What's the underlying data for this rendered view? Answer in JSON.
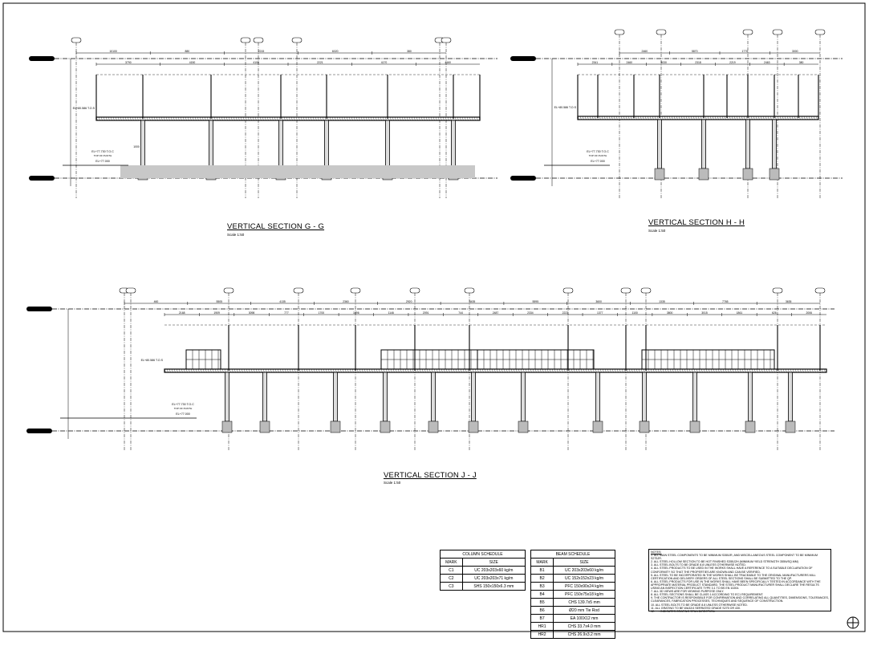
{
  "sections": {
    "gg": {
      "title": "VERTICAL SECTION G - G",
      "scale": "Scale 1:50",
      "dims_top": [
        "10100",
        "880",
        "2215",
        "6020",
        "380"
      ],
      "dims_mid": [
        "3790",
        "4150",
        "4100",
        "2221",
        "4170",
        "4160"
      ],
      "labels": {
        "tos": "EL+80.586 T.O.S",
        "toc": "EL+77.730 T.O.C",
        "plinth": "TOP OF PLINTH",
        "ground": "EL+77.000",
        "dim_1000": "1000"
      }
    },
    "hh": {
      "title": "VERTICAL SECTION H - H",
      "scale": "Scale 1:50",
      "dims_top": [
        "2460",
        "5870",
        "1770",
        "3000"
      ],
      "dims_mid": [
        "2341",
        "2460",
        "3030",
        "2318",
        "2219",
        "2463",
        "380"
      ],
      "labels": {
        "tos": "EL+80.586 T.O.S",
        "toc": "EL+77.730 T.O.C",
        "plinth": "TOP OF PLINTH",
        "ground": "EL+77.000"
      }
    },
    "jj": {
      "title": "VERTICAL SECTION J - J",
      "scale": "Scale 1:50",
      "dims_top": [
        "460",
        "5505",
        "4135",
        "2360",
        "2920",
        "3435",
        "5595",
        "3600",
        "1335",
        "7765",
        "3635"
      ],
      "dims_mid": [
        "2168",
        "1909",
        "3098",
        "777",
        "1700",
        "1696",
        "1146",
        "2091",
        "744",
        "2487",
        "2334",
        "2223",
        "1377",
        "1100",
        "3800",
        "3015",
        "1861",
        "626",
        "2006"
      ],
      "labels": {
        "tos": "EL+80.586 T.O.S",
        "toc": "EL+77.730 T.O.C",
        "plinth": "TOP OF PLINTH",
        "ground": "EL+77.000"
      }
    }
  },
  "column_schedule": {
    "title": "COLUMN SCHEDULE",
    "headers": [
      "MARK",
      "SIZE"
    ],
    "rows": [
      [
        "C1",
        "UC 203x203x60 kg/m"
      ],
      [
        "C2",
        "UC 203x203x71 kg/m"
      ],
      [
        "C3",
        "SHS 150x150x6.3 mm"
      ]
    ]
  },
  "beam_schedule": {
    "title": "BEAM SCHEDULE",
    "headers": [
      "MARK",
      "SIZE"
    ],
    "rows": [
      [
        "B1",
        "UC 203x203x60 kg/m"
      ],
      [
        "B2",
        "UC 152x152x23 kg/m"
      ],
      [
        "B3",
        "PFC 150x90x24 kg/m"
      ],
      [
        "B4",
        "PFC 150x75x18 kg/m"
      ],
      [
        "B5",
        "CHS 139.7x5 mm"
      ],
      [
        "B6",
        "Ø20 mm Tie Rod"
      ],
      [
        "B7",
        "EA 100X12 mm"
      ],
      [
        "HR1",
        "CHS 33.7x4.0 mm"
      ],
      [
        "HR2",
        "CHS 26.9x3.2 mm"
      ]
    ]
  },
  "notes": {
    "heading": "NOTES:",
    "items": [
      "1. ALL MAIN STEEL COMPONENTS TO BE MINIMUM S355JR, AND MISCELLANEOUS STEEL COMPONENT TO BE MINIMUM S275JR.",
      "2. ALL STEEL HOLLOW SECTION TO BE HOT FINISHED S355J2H (MINIMUM YIELD STRENGTH 355N/SQ.MM)",
      "3. ALL STEEL BOLTS TO BE GRADE 8.8 UNLESS OTHERWISE NOTED.",
      "4. ALL STEEL PRODUCTS TO BE USED IN THE WORKS SHALL HAVE A REFERENCE TO A SUITABLE DECLARATION OF CONFORMITY SO THAT THE PROPERTIES ARE KNOWN AND CAN BE VERIFIED.",
      "5. ALL STEEL TO BE INCORPORATED IN THE WORKS SHALL BE TRACEABLE TO THE ORIGINAL MANUFACTURERS MILL CERTIFICATION AND DELIVERY ORDERS OF ALL STEEL SECTIONS SHALL BE SUBMITTED TO THE QP.",
      "6. ALL STEEL PRODUCTS FOR USE IN THE WORKS SHALL HAVE BEEN SPECIFICALLY TESTED IN ACCORDANCE WITH THE APPROPRIATE MATERIAL PRODUCT STANDARD. THE STEEL PRODUCT MANUFACTURER SHALL DECLARE THE RESULTS USING AN INSPECTION CERTIFICATE TYPE 3.1 TO BS EN 10204.",
      "7. ALL 3D VIEWS ARE FOR VIEWING PURPOSE ONLY.",
      "8. ALL STEEL SECTIONS SHALL BE CLASS 1 ACCORDING TO EC1 REQUIREMENT.",
      "9. THE CONTRACTOR IS RESPONSIBLE FOR CONFIRMATION AND CORRELATING ALL QUANTITIES, DIMENSIONS, TOLERANCES, CLEARANCES, FABRICATION PROCESSES, TECHNIQUES AND SEQUENCE OF CONSTRUCTION.",
      "10. ALL STEEL BOLTS TO BE GRADE 8.8 UNLESS OTHERWISE NOTED.",
      "11. ALL GRATING TO BE WA32/4 SERRATED GRADE S275 OR 430.",
      "12. ⟶ INDICATES GRATING SPAN DIRECTION."
    ]
  }
}
